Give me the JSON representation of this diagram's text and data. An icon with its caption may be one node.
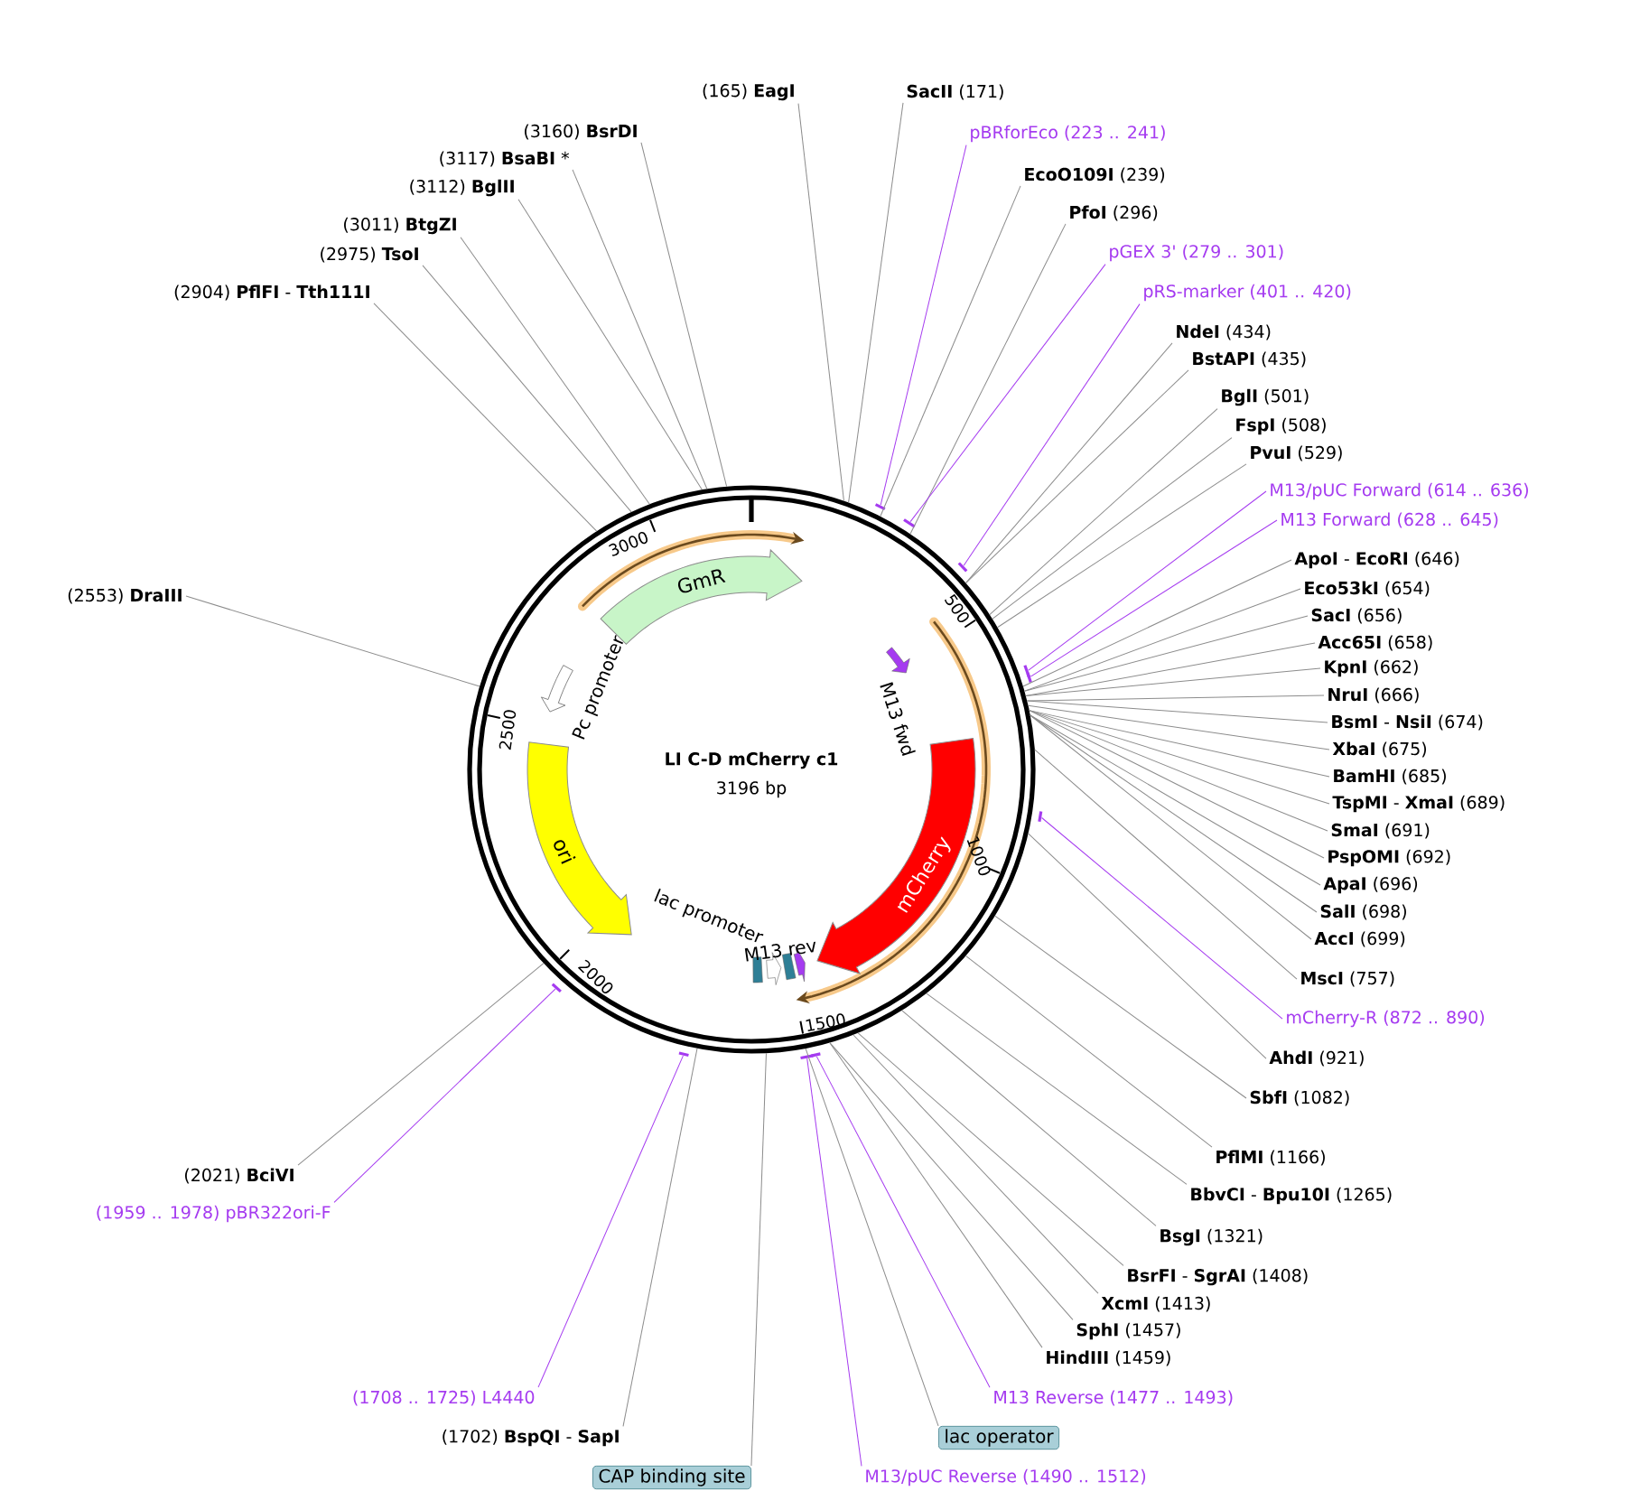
{
  "diagram": {
    "nodes": [
      {
        "text": [
          "(165) **EagI**"
        ]
      },
      {
        "text": [
          "**SacII** (171)"
        ]
      },
      {
        "text": [
          "pBRforEco (223 .. 241)"
        ]
      },
      {
        "text": [
          "**EcoO109I** (239)"
        ]
      },
      {
        "text": [
          "**PfoI** (296)"
        ]
      },
      {
        "text": [
          "pGEX 3' (279 .. 301)"
        ]
      },
      {
        "text": [
          "pRS-marker (401 .. 420)"
        ]
      },
      {
        "text": [
          "**NdeI** (434)"
        ]
      },
      {
        "text": [
          "**BstAPI** (435)"
        ]
      },
      {
        "text": [
          "**BglI** (501)"
        ]
      },
      {
        "text": [
          "**FspI** (508)"
        ]
      },
      {
        "text": [
          "**PvuI** (529)"
        ]
      },
      {
        "text": [
          "M13/pUC Forward (614 .. 636)"
        ]
      },
      {
        "text": [
          "M13 Forward (628 .. 645)"
        ]
      },
      {
        "text": [
          "**ApoI** - **EcoRI** (646)"
        ]
      },
      {
        "text": [
          "**Eco53kI** (654)"
        ]
      },
      {
        "text": [
          "**SacI** (656)"
        ]
      },
      {
        "text": [
          "**Acc65I** (658)"
        ]
      },
      {
        "text": [
          "**KpnI** (662)"
        ]
      },
      {
        "text": [
          "**NruI** (666)"
        ]
      },
      {
        "text": [
          "**BsmI** - **NsiI** (674)"
        ]
      },
      {
        "text": [
          "**XbaI** (675)"
        ]
      },
      {
        "text": [
          "**BamHI** (685)"
        ]
      },
      {
        "text": [
          "**TspMI** - **XmaI** (689)"
        ]
      },
      {
        "text": [
          "**SmaI** (691)"
        ]
      },
      {
        "text": [
          "**PspOMI** (692)"
        ]
      },
      {
        "text": [
          "**ApaI** (696)"
        ]
      },
      {
        "text": [
          "**SalI** (698)"
        ]
      },
      {
        "text": [
          "**AccI** (699)"
        ]
      },
      {
        "text": [
          "**MscI** (757)"
        ]
      },
      {
        "text": [
          "mCherry-R (872 .. 890)"
        ]
      },
      {
        "text": [
          "**AhdI** (921)"
        ]
      },
      {
        "text": [
          "**SbfI** (1082)"
        ]
      },
      {
        "text": [
          "**PflMI** (1166)"
        ]
      },
      {
        "text": [
          "**BbvCI** - **Bpu10I** (1265)"
        ]
      },
      {
        "text": [
          "**BsgI** (1321)"
        ]
      },
      {
        "text": [
          "**BsrFI** - **SgrAI** (1408)"
        ]
      },
      {
        "text": [
          "**XcmI** (1413)"
        ]
      },
      {
        "text": [
          "**SphI** (1457)"
        ]
      },
      {
        "text": [
          "**HindIII** (1459)"
        ]
      },
      {
        "text": [
          "M13 Reverse (1477 .. 1493)"
        ]
      },
      {
        "text": [
          "lac operator"
        ]
      },
      {
        "text": [
          "M13/pUC Reverse (1490 .. 1512)"
        ]
      },
      {
        "text": [
          "CAP binding site"
        ]
      },
      {
        "text": [
          "(1702) **BspQI** - **SapI**"
        ]
      },
      {
        "text": [
          "(1708 .. 1725) L4440"
        ]
      },
      {
        "text": [
          "(1959 .. 1978) pBR322ori-F"
        ]
      },
      {
        "text": [
          "(2021) **BciVI**"
        ]
      },
      {
        "text": [
          "(2553) **DraIII**"
        ]
      },
      {
        "text": [
          "(2904) **PflFI** - **Tth111I**"
        ]
      },
      {
        "text": [
          "(2975) **TsoI**"
        ]
      },
      {
        "text": [
          "(3011) **BtgZI**"
        ]
      },
      {
        "text": [
          "(3112) **BglII**"
        ]
      },
      {
        "text": [
          "(3117) **BsaBI** *"
        ]
      },
      {
        "text": [
          "(3160) **BsrDI**"
        ]
      },
      {
        "text": [
          "GmR"
        ],
        "in": 58
      },
      {
        "text": [
          "ori"
        ],
        "in": 58
      },
      {
        "text": [
          "mCherry"
        ],
        "in": 58
      },
      {
        "text": [],
        "shape": "circle"
      },
      {
        "text": [],
        "shape": "bar"
      },
      {
        "text": [],
        "shape": "bar"
      },
      {
        "text": [],
        "shape": "bar"
      },
      {
        "text": [],
        "shape": "bar"
      },
      {
        "text": [],
        "shape": "bar"
      },
      {
        "text": [],
        "shape": "bar"
      },
      {
        "text": [],
        "shape": "bar"
      },
      {
        "text": [],
        "shape": "bar"
      },
      {
        "text": [],
        "shape": "bar"
      },
      {
        "text": [],
        "shape": "bar"
      }
    ],
    "edges": [
      {
        "from": 0,
        "to": 58,
        "arrow": "none"
      },
      {
        "from": 1,
        "to": 58,
        "arrow": "none"
      },
      {
        "from": 2,
        "to": 59,
        "arrow": "none",
        "color": "#a53bf0"
      },
      {
        "from": 3,
        "to": 58,
        "arrow": "none"
      },
      {
        "from": 4,
        "to": 58,
        "arrow": "none"
      },
      {
        "from": 5,
        "to": 60,
        "arrow": "none",
        "color": "#a53bf0"
      },
      {
        "from": 6,
        "to": 61,
        "arrow": "none",
        "color": "#a53bf0"
      },
      {
        "from": 7,
        "to": 58,
        "arrow": "none"
      },
      {
        "from": 8,
        "to": 58,
        "arrow": "none"
      },
      {
        "from": 9,
        "to": 58,
        "arrow": "none"
      },
      {
        "from": 10,
        "to": 58,
        "arrow": "none"
      },
      {
        "from": 11,
        "to": 58,
        "arrow": "none"
      },
      {
        "from": 12,
        "to": 62,
        "arrow": "none",
        "color": "#a53bf0"
      },
      {
        "from": 13,
        "to": 63,
        "arrow": "none",
        "color": "#a53bf0"
      },
      {
        "from": 14,
        "to": 58,
        "arrow": "none"
      },
      {
        "from": 15,
        "to": 58,
        "arrow": "none"
      },
      {
        "from": 16,
        "to": 58,
        "arrow": "none"
      },
      {
        "from": 17,
        "to": 58,
        "arrow": "none"
      },
      {
        "from": 18,
        "to": 58,
        "arrow": "none"
      },
      {
        "from": 19,
        "to": 58,
        "arrow": "none"
      },
      {
        "from": 20,
        "to": 58,
        "arrow": "none"
      },
      {
        "from": 21,
        "to": 58,
        "arrow": "none"
      },
      {
        "from": 22,
        "to": 58,
        "arrow": "none"
      },
      {
        "from": 23,
        "to": 58,
        "arrow": "none"
      },
      {
        "from": 24,
        "to": 58,
        "arrow": "none"
      },
      {
        "from": 25,
        "to": 58,
        "arrow": "none"
      },
      {
        "from": 26,
        "to": 58,
        "arrow": "none"
      },
      {
        "from": 27,
        "to": 58,
        "arrow": "none"
      },
      {
        "from": 28,
        "to": 58,
        "arrow": "none"
      },
      {
        "from": 29,
        "to": 58,
        "arrow": "none"
      },
      {
        "from": 30,
        "to": 64,
        "arrow": "none",
        "color": "#a53bf0"
      },
      {
        "from": 31,
        "to": 58,
        "arrow": "none"
      },
      {
        "from": 32,
        "to": 58,
        "arrow": "none"
      },
      {
        "from": 33,
        "to": 58,
        "arrow": "none"
      },
      {
        "from": 34,
        "to": 58,
        "arrow": "none"
      },
      {
        "from": 35,
        "to": 58,
        "arrow": "none"
      },
      {
        "from": 36,
        "to": 58,
        "arrow": "none"
      },
      {
        "from": 37,
        "to": 58,
        "arrow": "none"
      },
      {
        "from": 38,
        "to": 58,
        "arrow": "none"
      },
      {
        "from": 39,
        "to": 58,
        "arrow": "none"
      },
      {
        "from": 40,
        "to": 65,
        "arrow": "none",
        "color": "#a53bf0"
      },
      {
        "from": 41,
        "to": 58,
        "arrow": "none"
      },
      {
        "from": 42,
        "to": 66,
        "arrow": "none",
        "color": "#a53bf0"
      },
      {
        "from": 43,
        "to": 58,
        "arrow": "none"
      },
      {
        "from": 44,
        "to": 58,
        "arrow": "none"
      },
      {
        "from": 45,
        "to": 67,
        "arrow": "none",
        "color": "#a53bf0"
      },
      {
        "from": 46,
        "to": 68,
        "arrow": "none",
        "color": "#a53bf0"
      },
      {
        "from": 47,
        "to": 58,
        "arrow": "none"
      },
      {
        "from": 48,
        "to": 58,
        "arrow": "none"
      },
      {
        "from": 49,
        "to": 58,
        "arrow": "none"
      },
      {
        "from": 50,
        "to": 58,
        "arrow": "none"
      },
      {
        "from": 51,
        "to": 58,
        "arrow": "none"
      },
      {
        "from": 52,
        "to": 58,
        "arrow": "none"
      },
      {
        "from": 53,
        "to": 58,
        "arrow": "none"
      },
      {
        "from": 54,
        "to": 58,
        "arrow": "none"
      }
    ],
    "labels": [
      "3000",
      "500",
      "Pc promoter",
      "M13 fwd",
      "LI C-D mCherry c1",
      "3196 bp",
      "2500",
      "1000",
      "lac promoter",
      "M13 rev",
      "2000",
      "1500"
    ]
  }
}
